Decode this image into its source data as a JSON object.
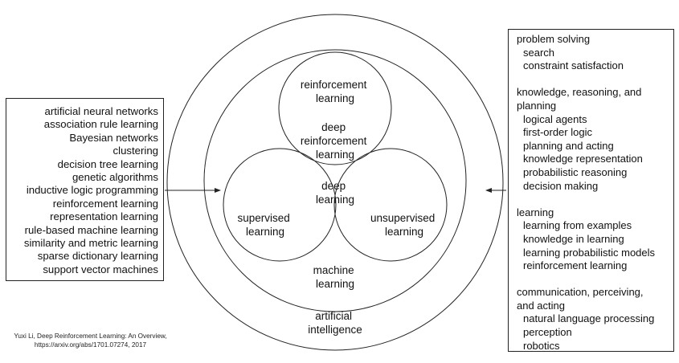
{
  "circles": {
    "artificial_intelligence": [
      "artificial",
      "intelligence"
    ],
    "machine_learning": [
      "machine",
      "learning"
    ],
    "reinforcement_learning": [
      "reinforcement",
      "learning"
    ],
    "deep_reinforcement_learning": [
      "deep",
      "reinforcement",
      "learning"
    ],
    "deep_learning": [
      "deep",
      "learning"
    ],
    "supervised_learning": [
      "supervised",
      "learning"
    ],
    "unsupervised_learning": [
      "unsupervised",
      "learning"
    ]
  },
  "ml_methods": [
    "artificial neural networks",
    "association rule learning",
    "Bayesian networks",
    "clustering",
    "decision tree learning",
    "genetic algorithms",
    "inductive logic programming",
    "reinforcement learning",
    "representation learning",
    "rule-based machine learning",
    "similarity and metric learning",
    "sparse dictionary learning",
    "support vector machines"
  ],
  "ai_topics": [
    {
      "lines": [
        "problem solving"
      ],
      "items": [
        "search",
        "constraint satisfaction"
      ]
    },
    {
      "lines": [
        "knowledge, reasoning, and",
        "planning"
      ],
      "items": [
        "logical agents",
        "first-order logic",
        "planning and acting",
        "knowledge representation",
        "probabilistic reasoning",
        "decision making"
      ]
    },
    {
      "lines": [
        "learning"
      ],
      "items": [
        "learning from examples",
        "knowledge in learning",
        "learning probabilistic models",
        "reinforcement learning"
      ]
    },
    {
      "lines": [
        "communication, perceiving,",
        "and acting"
      ],
      "items": [
        "natural language processing",
        "perception",
        "robotics"
      ]
    }
  ],
  "citation": [
    "Yuxi Li, Deep Reinforcement Learning: An Overview,",
    "https://arxiv.org/abs/1701.07274, 2017"
  ]
}
